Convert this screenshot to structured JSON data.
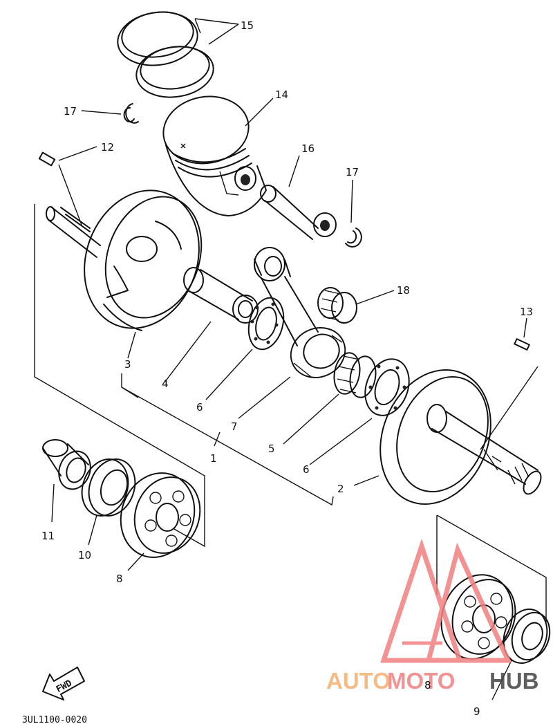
{
  "labels": {
    "p1": "1",
    "p2": "2",
    "p3": "3",
    "p4": "4",
    "p5": "5",
    "p6a": "6",
    "p6b": "6",
    "p7": "7",
    "p8a": "8",
    "p8b": "8",
    "p9": "9",
    "p10": "10",
    "p11": "11",
    "p12": "12",
    "p13": "13",
    "p14": "14",
    "p15": "15",
    "p16": "16",
    "p17a": "17",
    "p17b": "17",
    "p18": "18"
  },
  "fwd_label": "FWD",
  "diagram_code": "3UL1100-0020",
  "watermark": {
    "part1": "AUTO",
    "part2": "MOTO",
    "part3": "HUB",
    "color_primary": "#f08080",
    "color_accent": "#f3b070",
    "color_text": "#444444"
  }
}
